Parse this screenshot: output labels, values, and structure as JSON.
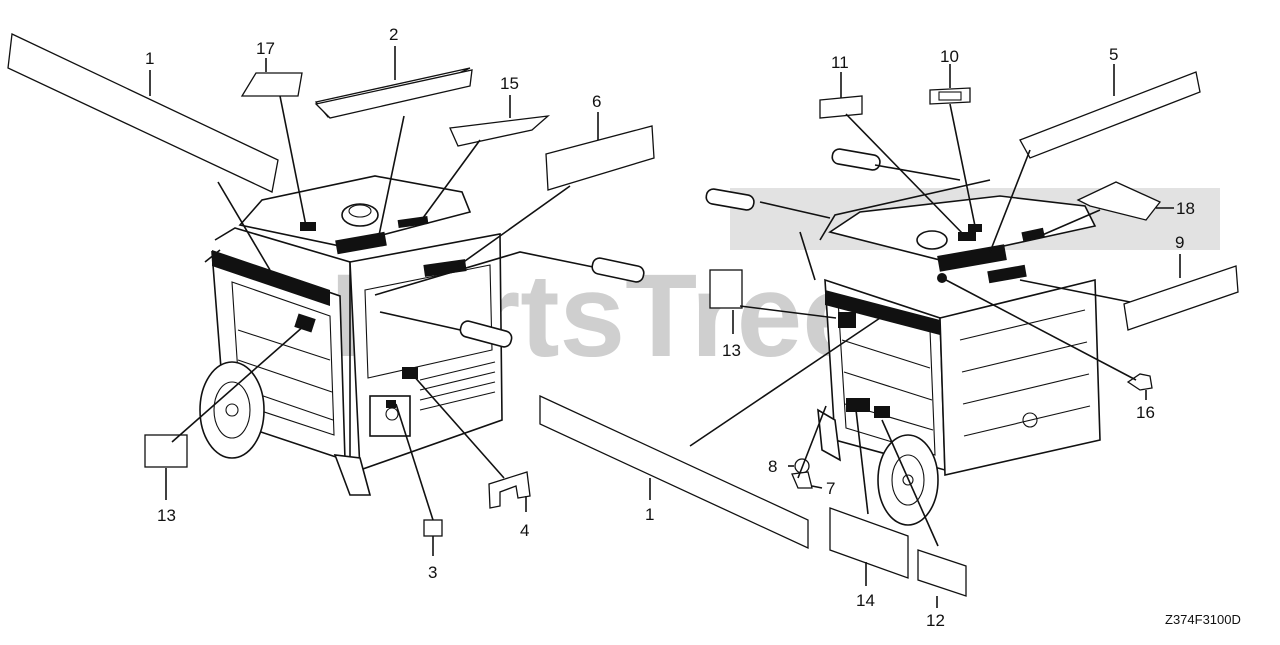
{
  "watermark": "PartsTree",
  "drawing_code": "Z374F3100D",
  "callouts": {
    "c1a": "1",
    "c2": "2",
    "c3": "3",
    "c4": "4",
    "c5": "5",
    "c6": "6",
    "c7": "7",
    "c8": "8",
    "c9": "9",
    "c10": "10",
    "c11": "11",
    "c12": "12",
    "c13a": "13",
    "c13b": "13",
    "c14": "14",
    "c15": "15",
    "c16": "16",
    "c17": "17",
    "c18": "18",
    "c1b": "1"
  }
}
